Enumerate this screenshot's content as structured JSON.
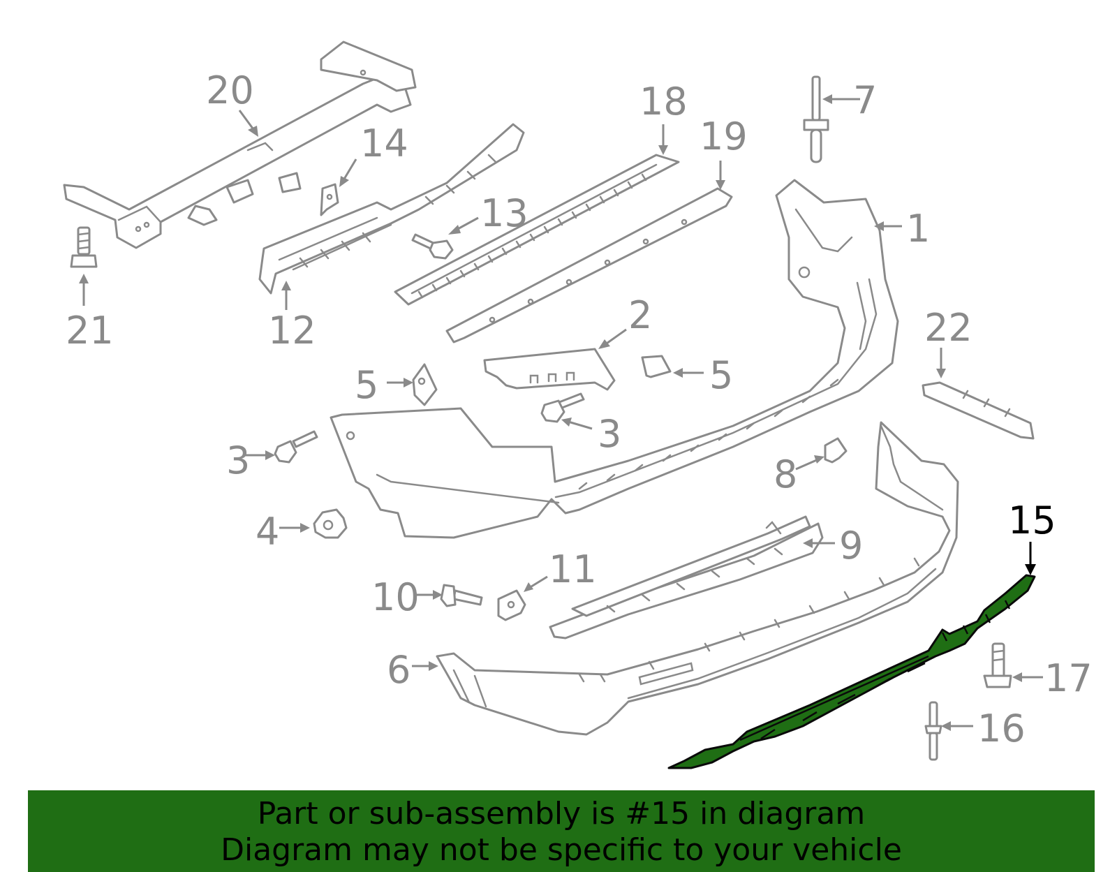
{
  "callouts": {
    "c1": "1",
    "c2": "2",
    "c3a": "3",
    "c3b": "3",
    "c4": "4",
    "c5a": "5",
    "c5b": "5",
    "c6": "6",
    "c7": "7",
    "c8": "8",
    "c9": "9",
    "c10": "10",
    "c11": "11",
    "c12": "12",
    "c13": "13",
    "c14": "14",
    "c15": "15",
    "c16": "16",
    "c17": "17",
    "c18": "18",
    "c19": "19",
    "c20": "20",
    "c21": "21",
    "c22": "22"
  },
  "highlighted_part": "15",
  "colors": {
    "highlight": "#1f6e14",
    "outline": "#8a8a8a",
    "banner": "#1f6e14"
  },
  "banner": {
    "line1": "Part or sub-assembly is #15 in diagram",
    "line2": "Diagram may not be specific to your vehicle"
  }
}
